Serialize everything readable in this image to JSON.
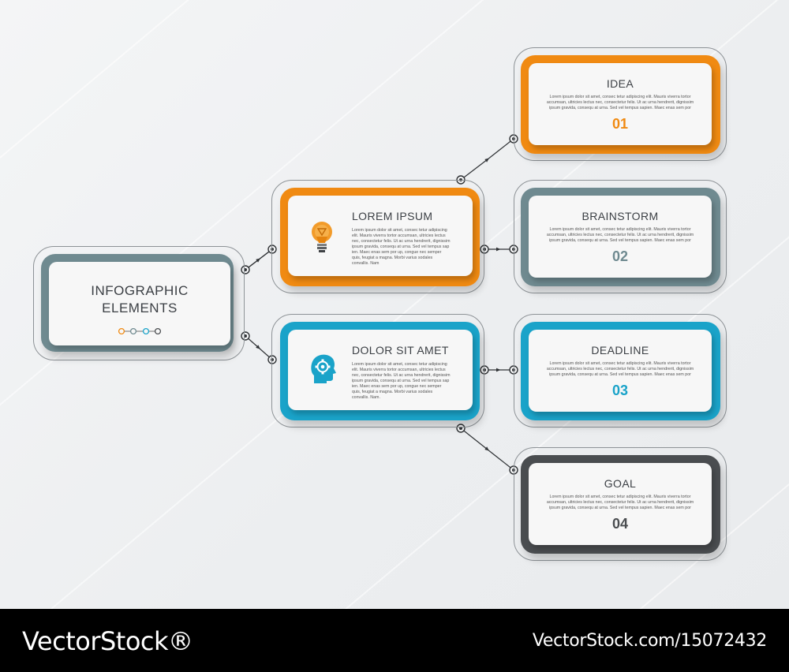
{
  "colors": {
    "orange": "#f08a12",
    "gray_teal": "#6f8a90",
    "cyan": "#1aa3c9",
    "dark_gray": "#4a4d50",
    "line": "#2f3235"
  },
  "root": {
    "title_line1": "INFOGRAPHIC",
    "title_line2": "ELEMENTS"
  },
  "mid_nodes": [
    {
      "title": "LOREM IPSUM",
      "icon": "lightbulb-icon",
      "text": "Lorem ipsum dolor sit amet, consec tetur adipiscing elit. Mauris viverra tortor accumsan, ultricies lectus nec, consectetur felis. Ut ac urna hendrerit, dignissim ipsum gravida, consequ at urna. Sed vel tempus sap ien. Maec enas sem por up, congue nec semper quis, feugiat a magna. Morbi varius sodales convallis. Nam"
    },
    {
      "title": "DOLOR SIT AMET",
      "icon": "head-gear-icon",
      "text": "Lorem ipsum dolor sit amet, consec tetur adipiscing elit. Mauris viverra tortor accumsan, ultricies lectus nec, consectetur felis. Ut ac urna hendrerit, dignissim ipsum gravida, consequ at urna. Sed vel tempus sap ien. Maec enas sem por up, congue nec semper quis, feugiat a magna. Morbi varius sodales convallis. Nam."
    }
  ],
  "right_nodes": [
    {
      "title": "IDEA",
      "number": "01",
      "text": "Lorem ipsum dolor sit amet, consec tetur adipiscing elit. Mauris viverra tortor accumsan, ultricies lectus nec, consectetur felis. Ut ac urna hendrerit, dignissim ipsum gravida, consequ at urna. Sed vel tempus sapien. Maec enas sem por"
    },
    {
      "title": "BRAINSTORM",
      "number": "02",
      "text": "Lorem ipsum dolor sit amet, consec tetur adipiscing elit. Mauris viverra tortor accumsan, ultricies lectus nec, consectetur felis. Ut ac urna hendrerit, dignissim ipsum gravida, consequ at urna. Sed vel tempus sapien. Maec enas sem por"
    },
    {
      "title": "DEADLINE",
      "number": "03",
      "text": "Lorem ipsum dolor sit amet, consec tetur adipiscing elit. Mauris viverra tortor accumsan, ultricies lectus nec, consectetur felis. Ut ac urna hendrerit, dignissim ipsum gravida, consequ at urna. Sed vel tempus sapien. Maec enas sem por"
    },
    {
      "title": "GOAL",
      "number": "04",
      "text": "Lorem ipsum dolor sit amet, consec tetur adipiscing elit. Mauris viverra tortor accumsan, ultricies lectus nec, consectetur felis. Ut ac urna hendrerit, dignissim ipsum gravida, consequ at urna. Sed vel tempus sapien. Maec enas sem por"
    }
  ],
  "footer": {
    "brand": "VectorStock®",
    "url": "VectorStock.com/15072432"
  },
  "watermark": "VectorStock"
}
